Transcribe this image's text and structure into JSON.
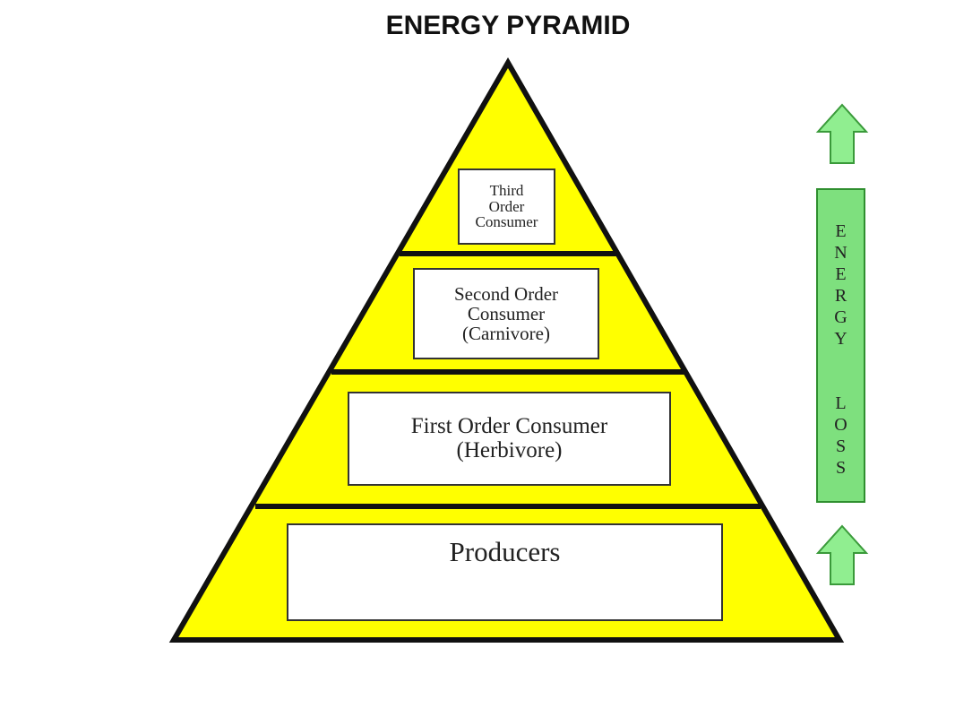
{
  "title": "ENERGY PYRAMID",
  "levels": {
    "third": [
      "Third",
      "Order",
      "Consumer"
    ],
    "second": [
      "Second Order",
      "Consumer",
      "(Carnivore)"
    ],
    "first": [
      "First Order Consumer",
      "(Herbivore)"
    ],
    "producers": [
      "Producers"
    ]
  },
  "energy_loss": {
    "letters": [
      "E",
      "N",
      "E",
      "R",
      "G",
      "Y",
      "",
      "",
      "L",
      "O",
      "S",
      "S"
    ]
  },
  "colors": {
    "pyramid_fill": "#ffff00",
    "outline": "#111111",
    "arrow_fill": "#90ee90",
    "arrow_stroke": "#3a9a3a",
    "bar_fill": "#7ee07e"
  }
}
